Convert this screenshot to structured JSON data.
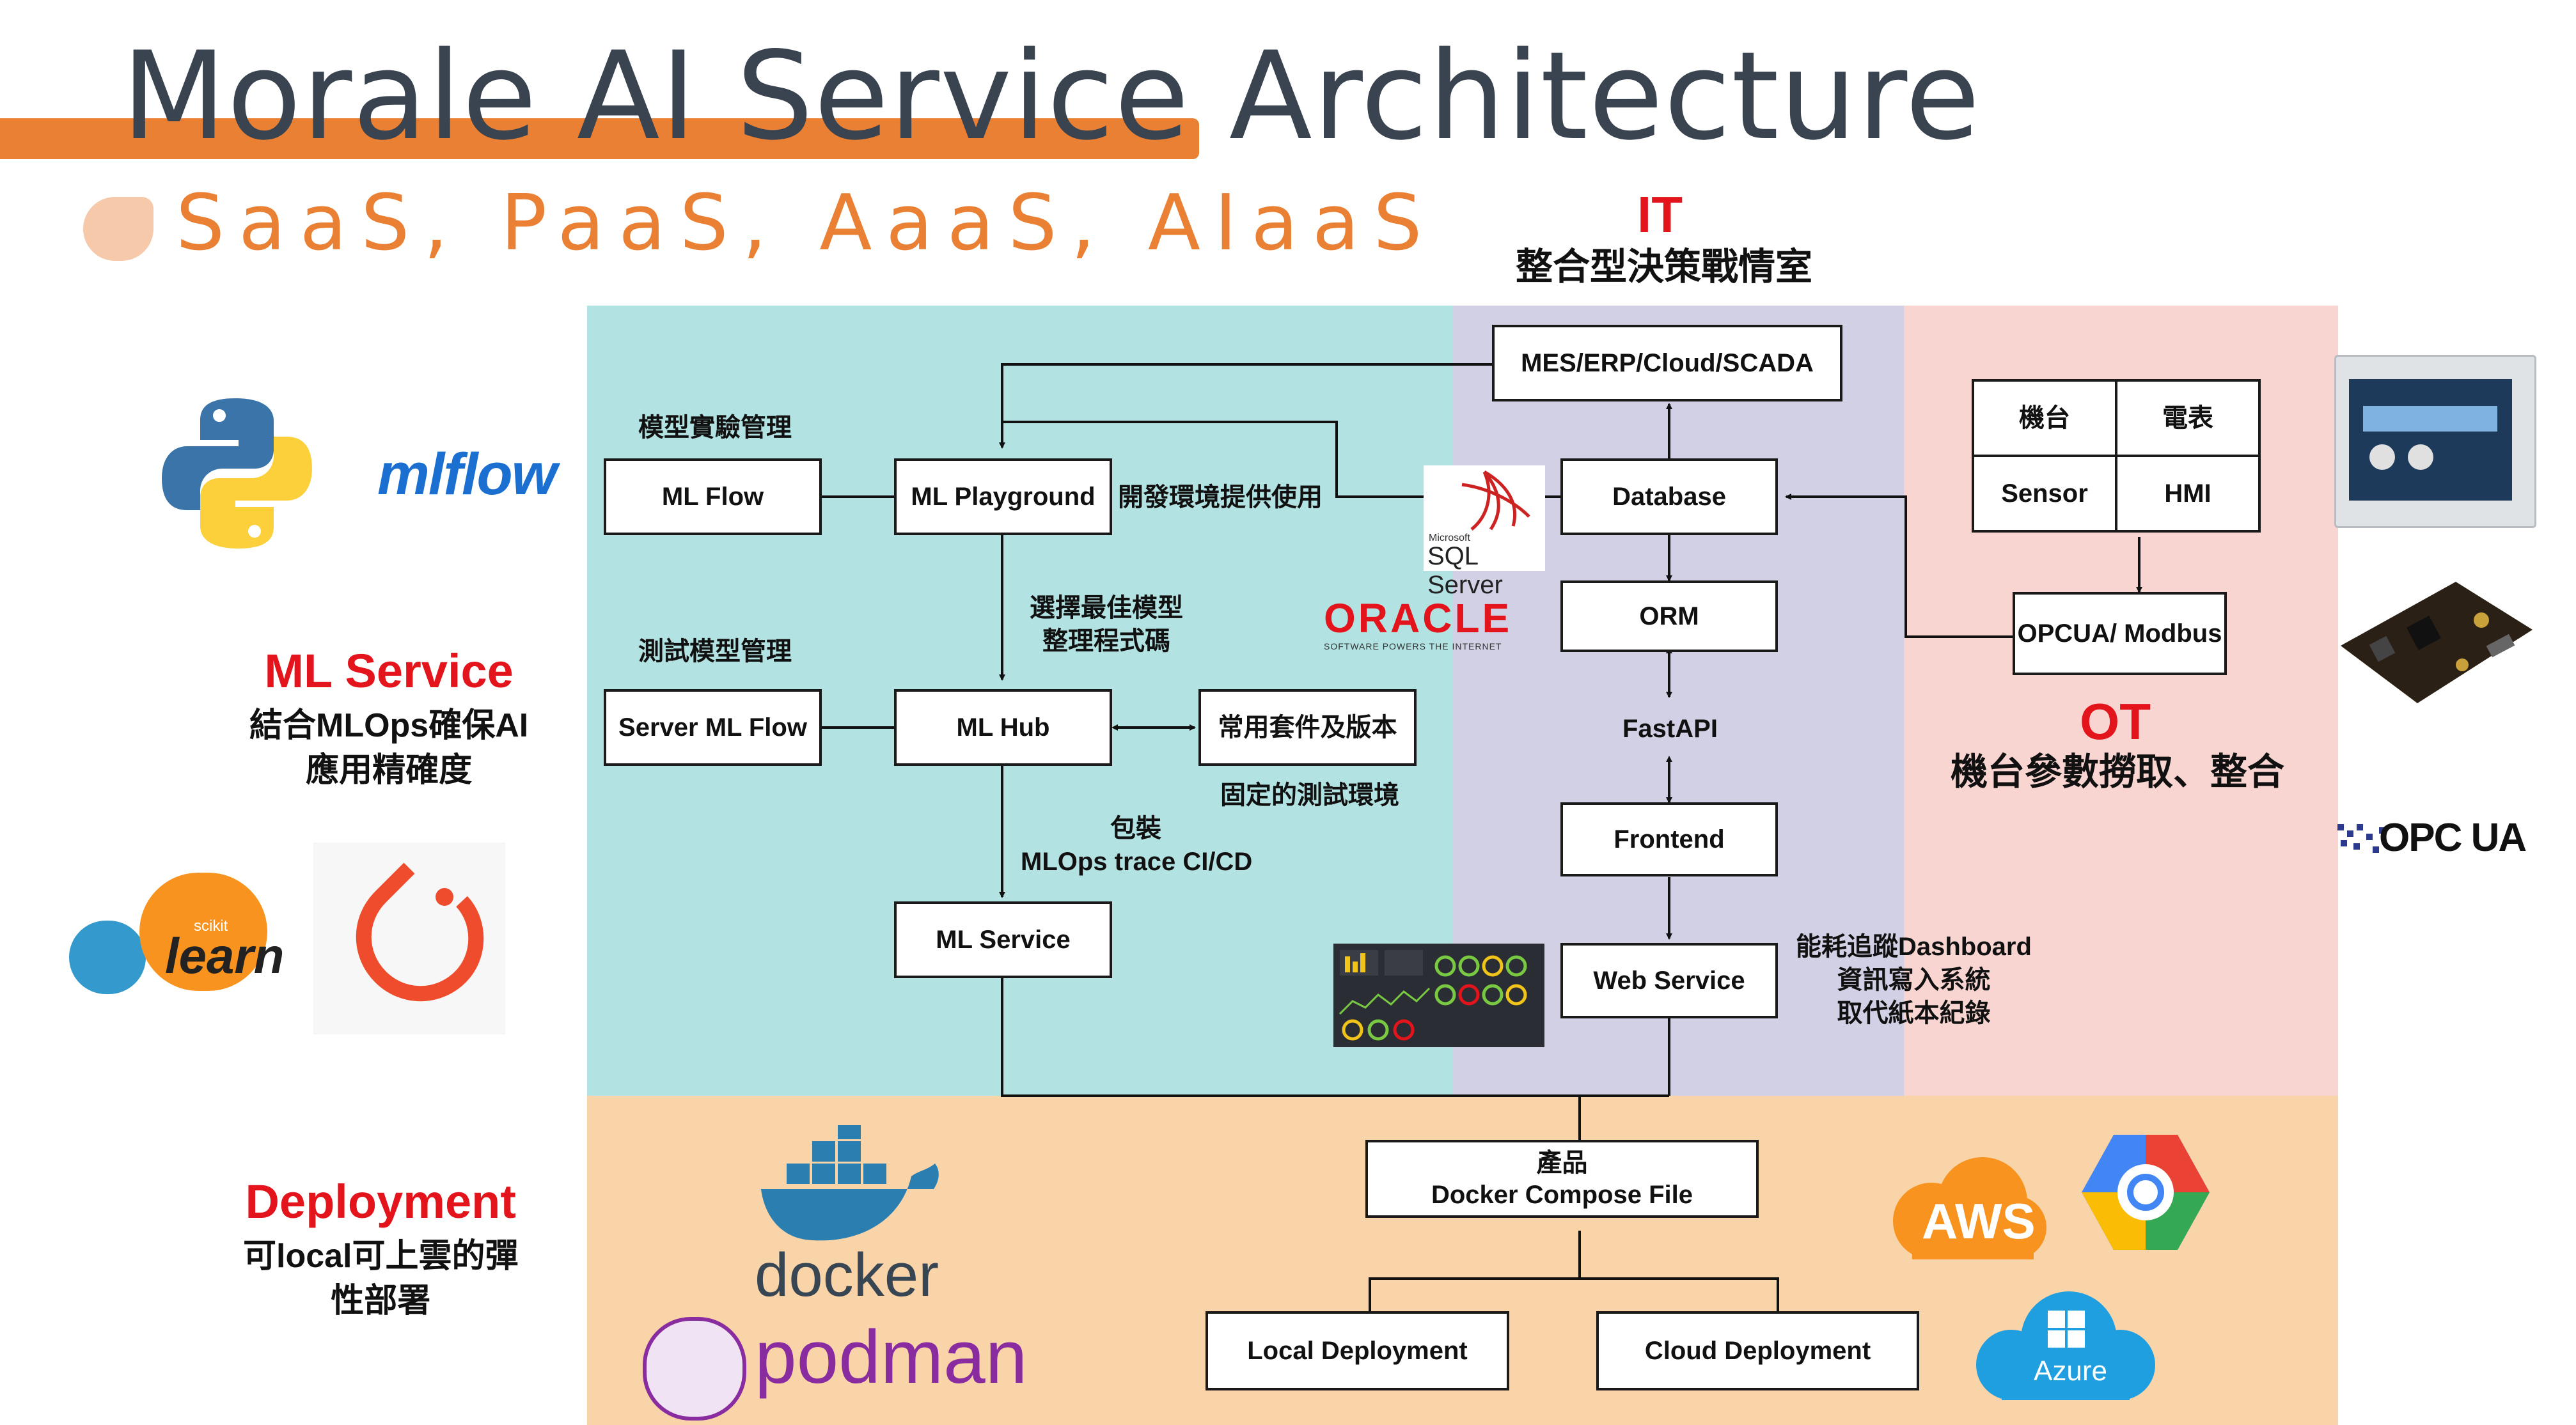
{
  "title": "Morale AI Service Architecture",
  "subtitle": "SaaS, PaaS, AaaS, AIaaS",
  "it_header": {
    "title": "IT",
    "subtitle": "整合型決策戰情室"
  },
  "ot_header": {
    "title": "OT",
    "subtitle": "機台參數撈取、整合"
  },
  "left": {
    "ml_service": {
      "title": "ML Service",
      "line1": "結合MLOps確保AI",
      "line2": "應用精確度"
    },
    "deployment": {
      "title": "Deployment",
      "line1": "可local可上雲的彈",
      "line2": "性部署"
    },
    "logos": {
      "mlflow": "mlflow",
      "sklearn_small": "scikit",
      "sklearn_big": "learn"
    }
  },
  "ml_section": {
    "label_experiment": "模型實驗管理",
    "label_test": "測試模型管理",
    "ml_flow": "ML Flow",
    "ml_playground": "ML Playground",
    "dev_env": "開發環境提供使用",
    "select_model_1": "選擇最佳模型",
    "select_model_2": "整理程式碼",
    "server_ml_flow": "Server ML Flow",
    "ml_hub": "ML Hub",
    "packages": "常用套件及版本",
    "fixed_env": "固定的測試環境",
    "pack_1": "包裝",
    "pack_2": "MLOps trace CI/CD",
    "ml_service_box": "ML Service"
  },
  "it_section": {
    "mes": "MES/ERP/Cloud/SCADA",
    "database": "Database",
    "orm": "ORM",
    "fastapi": "FastAPI",
    "frontend": "Frontend",
    "web_service": "Web Service",
    "sql_small": "Microsoft",
    "sql_big": "SQL Server",
    "oracle_big": "ORACLE",
    "oracle_small": "SOFTWARE POWERS THE INTERNET",
    "dashboard_1": "能耗追蹤Dashboard",
    "dashboard_2": "資訊寫入系統",
    "dashboard_3": "取代紙本紀錄"
  },
  "ot_section": {
    "grid": [
      "機台",
      "電表",
      "Sensor",
      "HMI"
    ],
    "opcua": "OPCUA/ Modbus",
    "opc_logo": "OPC UA"
  },
  "deploy_section": {
    "product_1": "產品",
    "product_2": "Docker Compose File",
    "local": "Local Deployment",
    "cloud": "Cloud Deployment",
    "docker": "docker",
    "podman": "podman",
    "aws": "AWS",
    "azure": "Azure"
  },
  "colors": {
    "ml_bg": "#b3e2e2",
    "it_bg": "#d2d0e4",
    "ot_bg": "#f8d5d1",
    "deploy_bg": "#f8d4a8",
    "accent": "#e98034",
    "red": "#e3141b"
  }
}
